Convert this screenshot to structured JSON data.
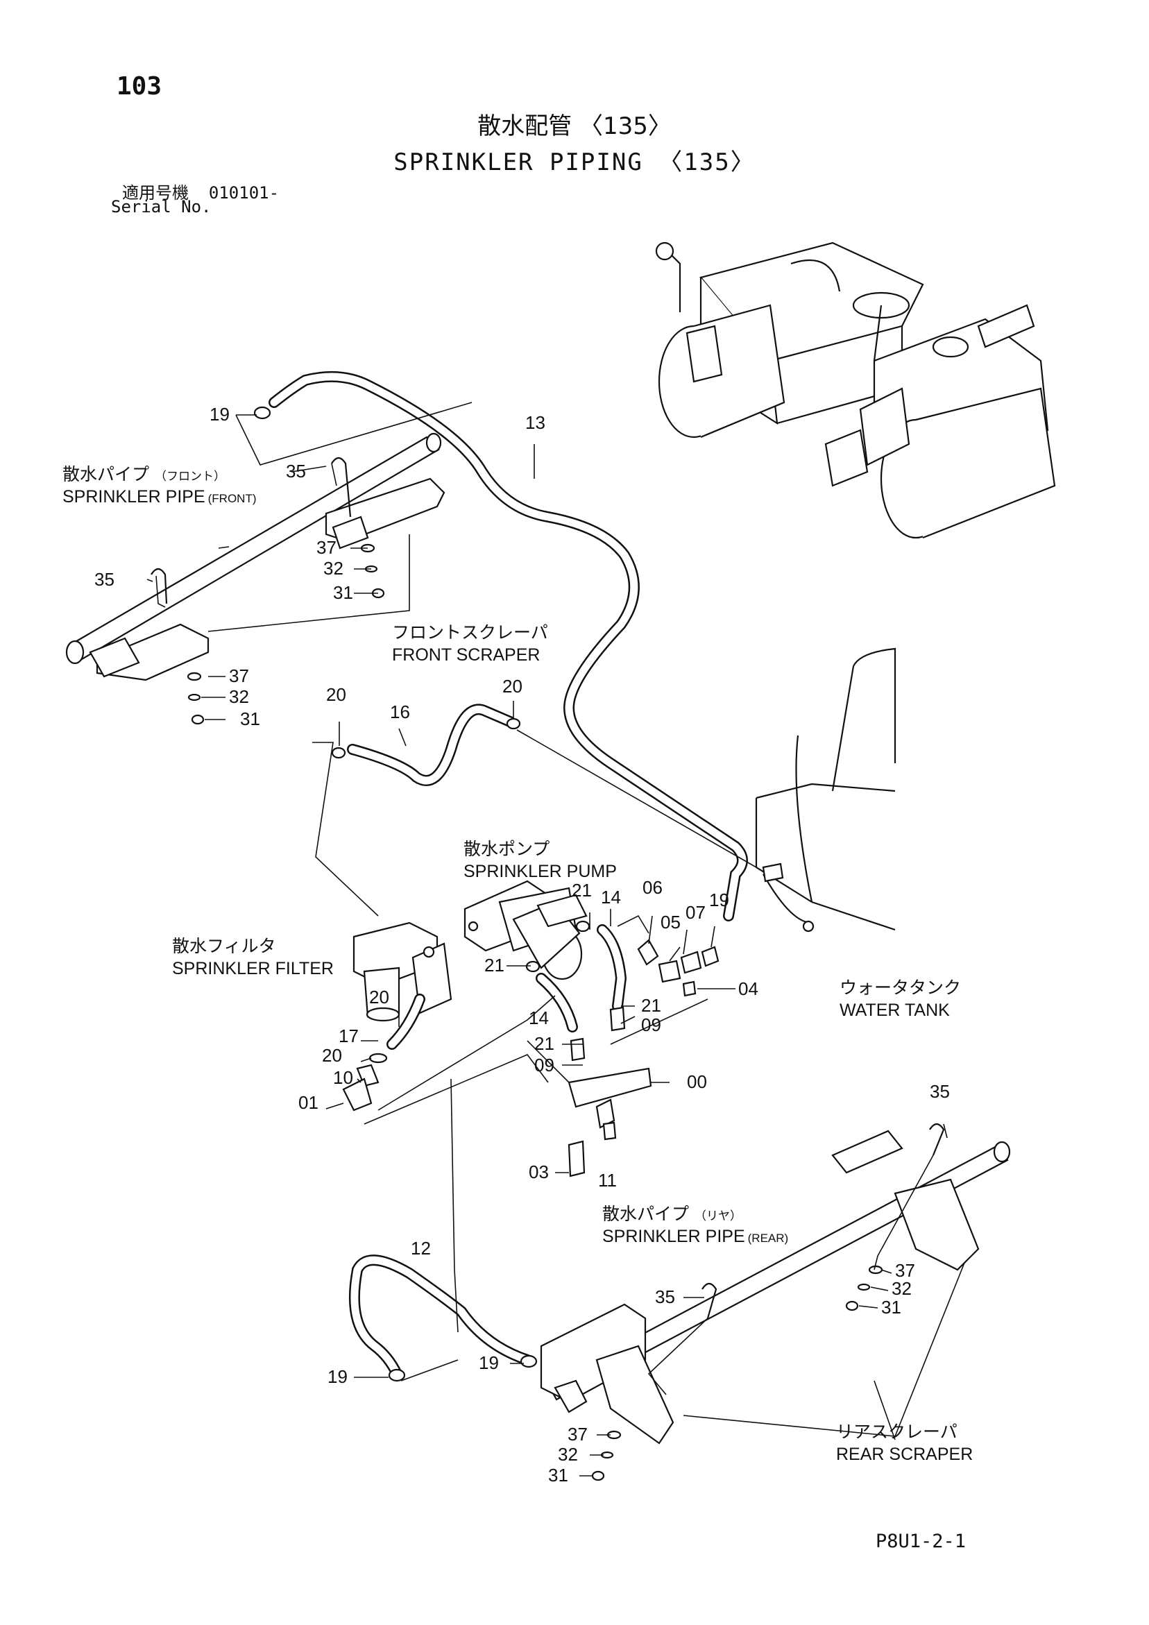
{
  "page_number": "103",
  "title_jp": "散水配管 〈135〉",
  "title_en": "SPRINKLER PIPING 〈135〉",
  "serial": {
    "jp_label": "適用号機",
    "range": "010101-",
    "en_label": "Serial No."
  },
  "footer_code": "P8U1-2-1",
  "component_labels": {
    "front_pipe_jp": "散水パイプ",
    "front_pipe_jp_small": "（フロント）",
    "front_pipe_en": "SPRINKLER PIPE",
    "front_pipe_en_small": "(FRONT)",
    "front_scraper_jp": "フロントスクレーパ",
    "front_scraper_en": "FRONT SCRAPER",
    "pump_jp": "散水ポンプ",
    "pump_en": "SPRINKLER PUMP",
    "filter_jp": "散水フィルタ",
    "filter_en": "SPRINKLER FILTER",
    "tank_jp": "ウォータタンク",
    "tank_en": "WATER TANK",
    "rear_pipe_jp": "散水パイプ",
    "rear_pipe_jp_small": "（リヤ）",
    "rear_pipe_en": "SPRINKLER PIPE",
    "rear_pipe_en_small": "(REAR)",
    "rear_scraper_jp": "リアスクレーパ",
    "rear_scraper_en": "REAR SCRAPER"
  },
  "callouts": {
    "c19a": "19",
    "c13": "13",
    "c35a": "35",
    "c35b": "35",
    "c37a": "37",
    "c32a": "32",
    "c31a": "31",
    "c37b": "37",
    "c32b": "32",
    "c31b": "31",
    "c20a": "20",
    "c16": "16",
    "c20b": "20",
    "c21a": "21",
    "c14a": "14",
    "c06": "06",
    "c07": "07",
    "c19b": "19",
    "c05": "05",
    "c21b": "21",
    "c04": "04",
    "c14b": "14",
    "c21c": "21",
    "c09a": "09",
    "c21d": "21",
    "c09b": "09",
    "c00": "00",
    "c20c": "20",
    "c17": "17",
    "c20d": "20",
    "c10": "10",
    "c01": "01",
    "c03": "03",
    "c11": "11",
    "c35c": "35",
    "c37c": "37",
    "c32c": "32",
    "c31c": "31",
    "c12": "12",
    "c35d": "35",
    "c19c": "19",
    "c19d": "19",
    "c37d": "37",
    "c32d": "32",
    "c31d": "31"
  }
}
